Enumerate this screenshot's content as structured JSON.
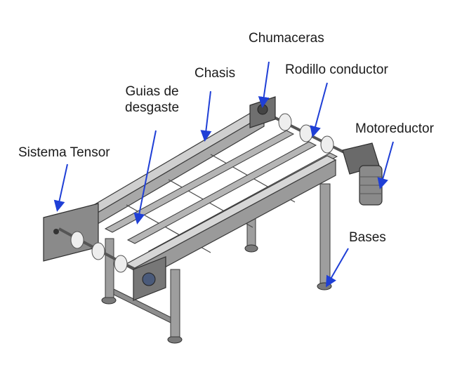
{
  "diagram": {
    "labels": {
      "chumaceras": "Chumaceras",
      "rodillo_conductor": "Rodillo conductor",
      "chasis": "Chasis",
      "guias_line1": "Guias de",
      "guias_line2": "desgaste",
      "motoreductor": "Motoreductor",
      "sistema_tensor": "Sistema Tensor",
      "bases": "Bases"
    },
    "colors": {
      "arrow": "#1f3fd6",
      "frame_light": "#c9c9c9",
      "frame_mid": "#9e9e9e",
      "frame_dark": "#5e5e5e",
      "roller": "#eeeeee",
      "motor": "#7d7d7d"
    }
  }
}
